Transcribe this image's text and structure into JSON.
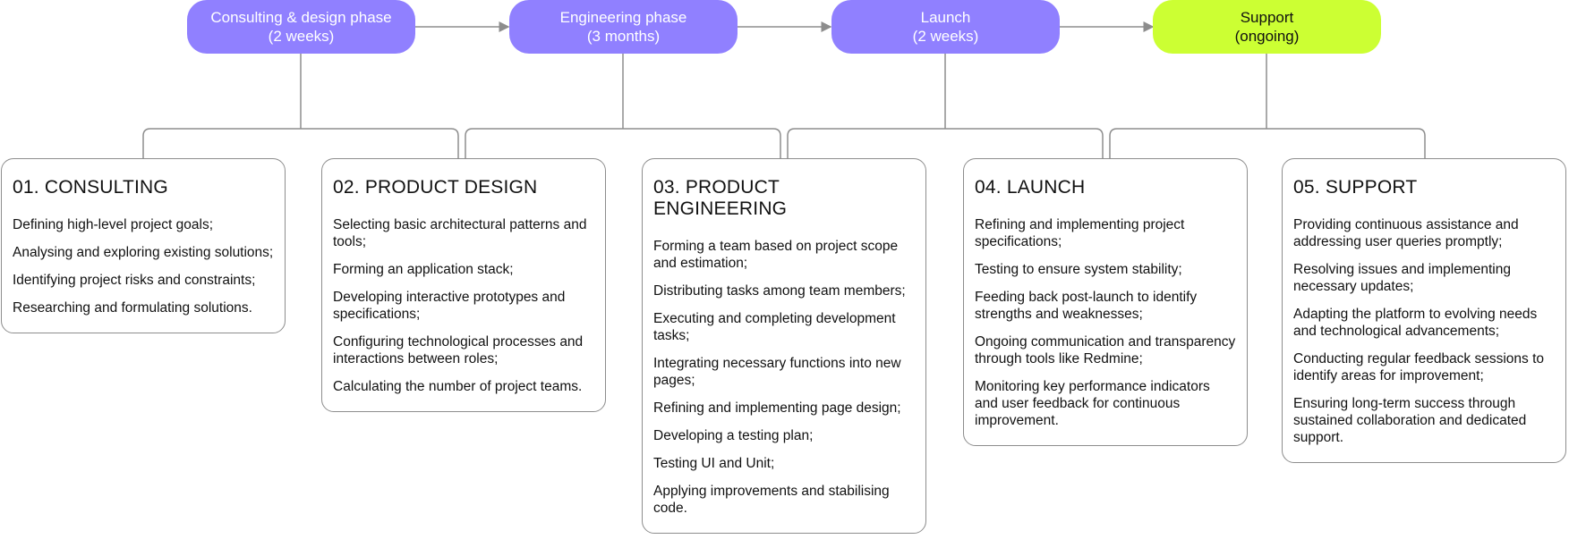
{
  "phases": [
    {
      "title": "Consulting & design phase",
      "duration": "(2 weeks)",
      "color": "#9080ff"
    },
    {
      "title": "Engineering phase",
      "duration": "(3 months)",
      "color": "#9080ff"
    },
    {
      "title": "Launch",
      "duration": "(2 weeks)",
      "color": "#9080ff"
    },
    {
      "title": "Support",
      "duration": "(ongoing)",
      "color": "#ccff33"
    }
  ],
  "stages": [
    {
      "title": "01. CONSULTING",
      "items": [
        "Defining high-level project goals;",
        "Analysing and exploring existing solutions;",
        "Identifying project risks and constraints;",
        "Researching and formulating solutions."
      ]
    },
    {
      "title": "02. PRODUCT DESIGN",
      "items": [
        "Selecting basic architectural patterns and tools;",
        "Forming an application stack;",
        "Developing interactive prototypes and specifications;",
        "Configuring technological processes and interactions between roles;",
        "Calculating the number of project teams."
      ]
    },
    {
      "title": "03. PRODUCT ENGINEERING",
      "items": [
        "Forming a team based on project scope and estimation;",
        "Distributing tasks among team members;",
        "Executing and completing development tasks;",
        "Integrating necessary functions into new pages;",
        "Refining and implementing page design;",
        "Developing a testing plan;",
        "Testing UI and Unit;",
        "Applying improvements and stabilising code."
      ]
    },
    {
      "title": "04. LAUNCH",
      "items": [
        "Refining and implementing project specifications;",
        "Testing to ensure system stability;",
        "Feeding back post-launch to identify strengths and weaknesses;",
        "Ongoing communication and transparency through tools like Redmine;",
        "Monitoring key performance indicators and user feedback for continuous improvement."
      ]
    },
    {
      "title": "05. SUPPORT",
      "items": [
        "Providing continuous assistance and addressing user queries promptly;",
        "Resolving issues and implementing necessary updates;",
        "Adapting the platform to evolving needs and technological advancements;",
        "Conducting regular feedback sessions to identify areas for improvement;",
        "Ensuring long-term success through sustained collaboration and dedicated support."
      ]
    }
  ]
}
